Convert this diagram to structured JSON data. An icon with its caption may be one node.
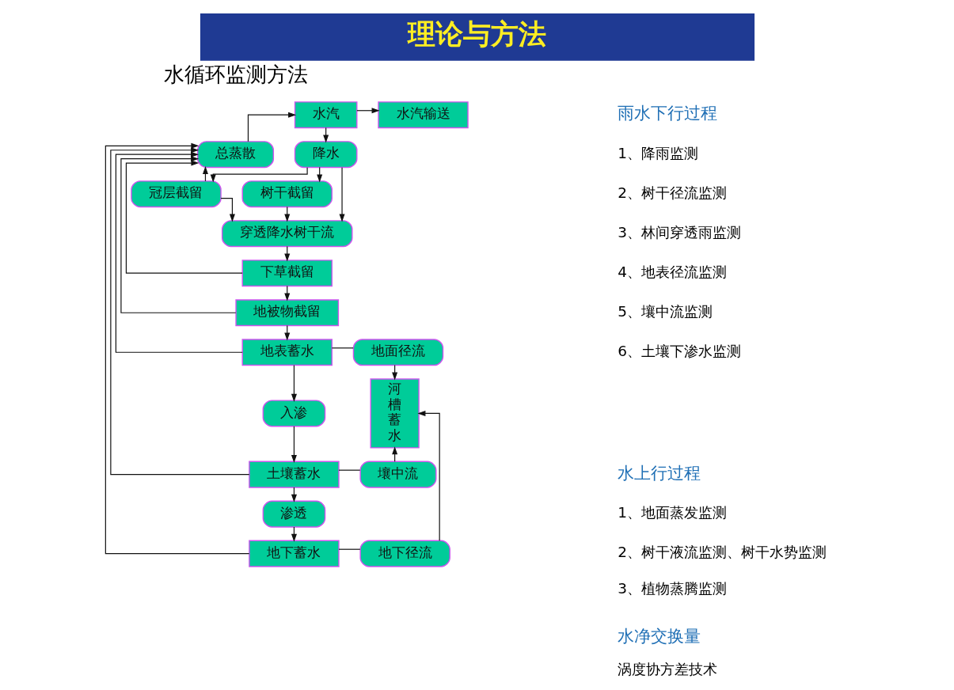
{
  "diagram": {
    "title": "理论与方法",
    "nodes": [
      {
        "text": [
          "水汽"
        ]
      },
      {
        "text": [
          "水汽输送"
        ]
      },
      {
        "text": [
          "总蒸散"
        ]
      },
      {
        "text": [
          "降水"
        ]
      },
      {
        "text": [
          "冠层截留"
        ]
      },
      {
        "text": [
          "树干截留"
        ]
      },
      {
        "text": [
          "穿透降水树干流"
        ]
      },
      {
        "text": [
          "下草截留"
        ]
      },
      {
        "text": [
          "地被物截留"
        ]
      },
      {
        "text": [
          "地表蓄水"
        ]
      },
      {
        "text": [
          "地面径流"
        ]
      },
      {
        "text": [
          "入渗"
        ]
      },
      {
        "text": [
          "河槽蓄水"
        ]
      },
      {
        "text": [
          "土壤蓄水"
        ]
      },
      {
        "text": [
          "壤中流"
        ]
      },
      {
        "text": [
          "渗透"
        ]
      },
      {
        "text": [
          "地下蓄水"
        ]
      },
      {
        "text": [
          "地下径流"
        ]
      }
    ],
    "edges": [
      {
        "from": 2,
        "to": 0,
        "arrow": "to"
      },
      {
        "from": 0,
        "to": 1,
        "arrow": "to"
      },
      {
        "from": 0,
        "to": 3,
        "arrow": "to"
      },
      {
        "from": 3,
        "to": 4,
        "arrow": "to"
      },
      {
        "from": 3,
        "to": 6,
        "arrow": "to"
      },
      {
        "from": 3,
        "to": 5,
        "arrow": "to"
      },
      {
        "from": 4,
        "to": 2,
        "arrow": "to"
      },
      {
        "from": 4,
        "to": 6,
        "arrow": "to"
      },
      {
        "from": 5,
        "to": 6,
        "arrow": "to"
      },
      {
        "from": 6,
        "to": 7,
        "arrow": "to"
      },
      {
        "from": 7,
        "to": 2,
        "arrow": "to"
      },
      {
        "from": 7,
        "to": 8,
        "arrow": "to"
      },
      {
        "from": 8,
        "to": 2,
        "arrow": "to"
      },
      {
        "from": 8,
        "to": 9,
        "arrow": "to"
      },
      {
        "from": 9,
        "to": 2,
        "arrow": "to"
      },
      {
        "from": 9,
        "to": 10,
        "arrow": "none"
      },
      {
        "from": 10,
        "to": 12,
        "arrow": "to"
      },
      {
        "from": 9,
        "to": 11,
        "arrow": "to"
      },
      {
        "from": 11,
        "to": 13,
        "arrow": "to"
      },
      {
        "from": 13,
        "to": 2,
        "arrow": "to"
      },
      {
        "from": 13,
        "to": 14,
        "arrow": "none"
      },
      {
        "from": 14,
        "to": 12,
        "arrow": "to"
      },
      {
        "from": 13,
        "to": 15,
        "arrow": "to"
      },
      {
        "from": 15,
        "to": 16,
        "arrow": "to"
      },
      {
        "from": 16,
        "to": 2,
        "arrow": "to"
      },
      {
        "from": 16,
        "to": 17,
        "arrow": "none"
      },
      {
        "from": 17,
        "to": 12,
        "arrow": "to"
      }
    ],
    "labels": [
      "水循环监测方法",
      "雨水下行过程",
      "1、降雨监测",
      "2、树干径流监测",
      "3、林间穿透雨监测",
      "4、地表径流监测",
      "5、壤中流监测",
      "6、土壤下渗水监测",
      "水上行过程",
      "1、地面蒸发监测",
      "2、树干液流监测、树干水势监测",
      "3、植物蒸腾监测",
      "水净交换量",
      "涡度协方差技术"
    ]
  }
}
